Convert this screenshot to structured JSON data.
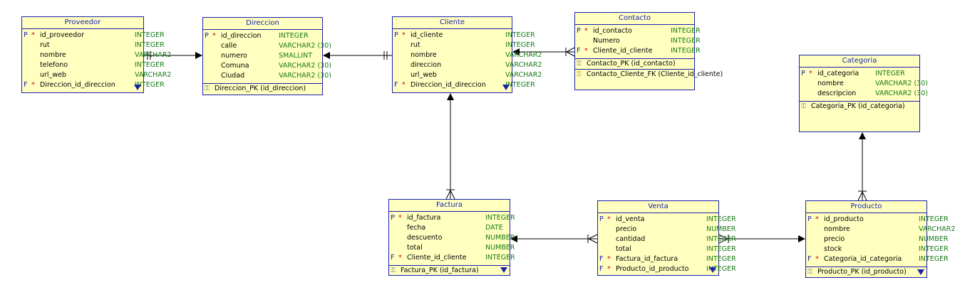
{
  "entities": {
    "proveedor": {
      "title": "Proveedor",
      "columns": [
        {
          "k": "P",
          "r": "*",
          "name": "id_proveedor",
          "type": "INTEGER"
        },
        {
          "k": "",
          "r": "",
          "name": "rut",
          "type": "INTEGER"
        },
        {
          "k": "",
          "r": "",
          "name": "nombre",
          "type": "VARCHAR2"
        },
        {
          "k": "",
          "r": "",
          "name": "telefono",
          "type": "INTEGER"
        },
        {
          "k": "",
          "r": "",
          "name": "url_web",
          "type": "VARCHAR2"
        },
        {
          "k": "F",
          "r": "*",
          "name": "Direccion_id_direccion",
          "type": "INTEGER"
        }
      ],
      "keys": []
    },
    "direccion": {
      "title": "Direccion",
      "columns": [
        {
          "k": "P",
          "r": "*",
          "name": "id_direccion",
          "type": "INTEGER"
        },
        {
          "k": "",
          "r": "",
          "name": "calle",
          "type": "VARCHAR2 (30)"
        },
        {
          "k": "",
          "r": "",
          "name": "numero",
          "type": "SMALLINT"
        },
        {
          "k": "",
          "r": "",
          "name": "Comuna",
          "type": "VARCHAR2 (30)"
        },
        {
          "k": "",
          "r": "",
          "name": "Ciudad",
          "type": "VARCHAR2 (30)"
        }
      ],
      "keys": [
        {
          "icon": "pk",
          "label": "Direccion_PK (id_direccion)"
        }
      ]
    },
    "cliente": {
      "title": "Cliente",
      "columns": [
        {
          "k": "P",
          "r": "*",
          "name": "id_cliente",
          "type": "INTEGER"
        },
        {
          "k": "",
          "r": "",
          "name": "rut",
          "type": "INTEGER"
        },
        {
          "k": "",
          "r": "",
          "name": "nombre",
          "type": "VARCHAR2"
        },
        {
          "k": "",
          "r": "",
          "name": "direccion",
          "type": "VARCHAR2"
        },
        {
          "k": "",
          "r": "",
          "name": "url_web",
          "type": "VARCHAR2"
        },
        {
          "k": "F",
          "r": "*",
          "name": "Direccion_id_direccion",
          "type": "INTEGER"
        }
      ],
      "keys": []
    },
    "contacto": {
      "title": "Contacto",
      "columns": [
        {
          "k": "P",
          "r": "*",
          "name": "id_contacto",
          "type": "INTEGER"
        },
        {
          "k": "",
          "r": "",
          "name": "Numero",
          "type": "INTEGER"
        },
        {
          "k": "F",
          "r": "*",
          "name": "Cliente_id_cliente",
          "type": "INTEGER"
        }
      ],
      "keys": [
        {
          "icon": "pk",
          "label": "Contacto_PK (id_contacto)"
        },
        {
          "icon": "fk",
          "label": "Contacto_Cliente_FK (Cliente_id_cliente)"
        }
      ]
    },
    "categoria": {
      "title": "Categoria",
      "columns": [
        {
          "k": "P",
          "r": "*",
          "name": "id_categoria",
          "type": "INTEGER"
        },
        {
          "k": "",
          "r": "",
          "name": "nombre",
          "type": "VARCHAR2 (30)"
        },
        {
          "k": "",
          "r": "",
          "name": "descripcion",
          "type": "VARCHAR2 (30)"
        }
      ],
      "keys": [
        {
          "icon": "pk",
          "label": "Categoria_PK (id_categoria)"
        }
      ]
    },
    "factura": {
      "title": "Factura",
      "columns": [
        {
          "k": "P",
          "r": "*",
          "name": "id_factura",
          "type": "INTEGER"
        },
        {
          "k": "",
          "r": "",
          "name": "fecha",
          "type": "DATE"
        },
        {
          "k": "",
          "r": "",
          "name": "descuento",
          "type": "NUMBER"
        },
        {
          "k": "",
          "r": "",
          "name": "total",
          "type": "NUMBER"
        },
        {
          "k": "F",
          "r": "*",
          "name": "Cliente_id_cliente",
          "type": "INTEGER"
        }
      ],
      "keys": [
        {
          "icon": "pk",
          "label": "Factura_PK (id_factura)"
        }
      ]
    },
    "venta": {
      "title": "Venta",
      "columns": [
        {
          "k": "P",
          "r": "*",
          "name": "id_venta",
          "type": "INTEGER"
        },
        {
          "k": "",
          "r": "",
          "name": "precio",
          "type": "NUMBER"
        },
        {
          "k": "",
          "r": "",
          "name": "cantidad",
          "type": "INTEGER"
        },
        {
          "k": "",
          "r": "",
          "name": "total",
          "type": "INTEGER"
        },
        {
          "k": "F",
          "r": "*",
          "name": "Factura_id_factura",
          "type": "INTEGER"
        },
        {
          "k": "F",
          "r": "*",
          "name": "Producto_id_producto",
          "type": "INTEGER"
        }
      ],
      "keys": []
    },
    "producto": {
      "title": "Producto",
      "columns": [
        {
          "k": "P",
          "r": "*",
          "name": "id_producto",
          "type": "INTEGER"
        },
        {
          "k": "",
          "r": "",
          "name": "nombre",
          "type": "VARCHAR2"
        },
        {
          "k": "",
          "r": "",
          "name": "precio",
          "type": "NUMBER"
        },
        {
          "k": "",
          "r": "",
          "name": "stock",
          "type": "INTEGER"
        },
        {
          "k": "F",
          "r": "*",
          "name": "Categoria_id_categoria",
          "type": "INTEGER"
        }
      ],
      "keys": [
        {
          "icon": "pk",
          "label": "Producto_PK (id_producto)"
        }
      ]
    }
  },
  "colors": {
    "entity_bg": "#ffffc0",
    "entity_border": "#1a22aa",
    "key_marker": "#1a22aa",
    "required_marker": "#d40000",
    "datatype_text": "#1a7a1a"
  }
}
